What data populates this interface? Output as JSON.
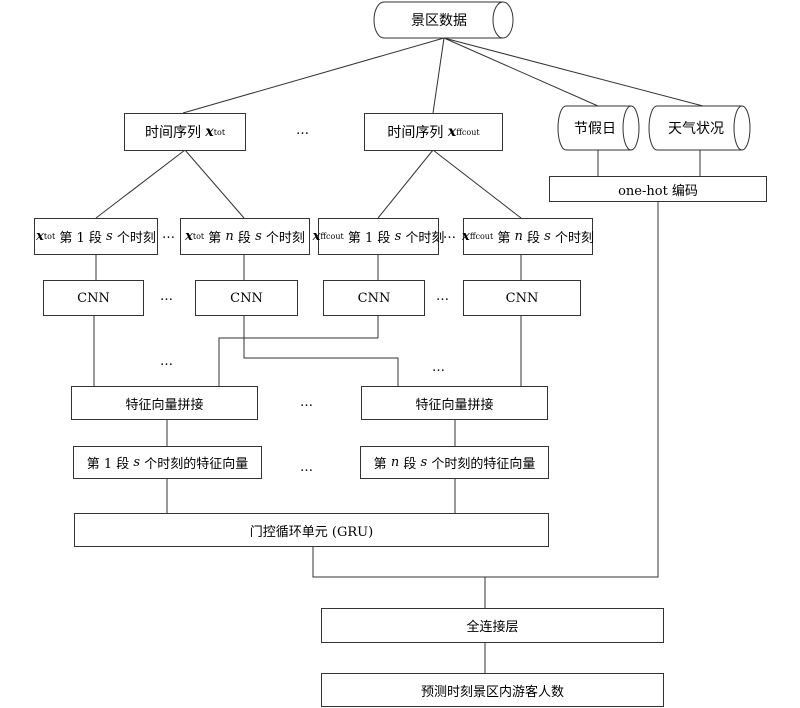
{
  "source": "景区数据",
  "series": {
    "tot": {
      "label": "时间序列",
      "var": "x",
      "sub": "tot"
    },
    "ffcout": {
      "label": "时间序列",
      "var": "x",
      "sub": "ffcout"
    }
  },
  "holiday": "节假日",
  "weather": "天气状况",
  "onehot": "one-hot 编码",
  "segments": [
    {
      "var": "x",
      "sub": "tot",
      "pre": "第 1 段",
      "s": "s",
      "post": "个时刻"
    },
    {
      "var": "x",
      "sub": "tot",
      "pre": "第",
      "n": "n",
      "mid": "段",
      "s": "s",
      "post": "个时刻"
    },
    {
      "var": "x",
      "sub": "ffcout",
      "pre": "第 1 段",
      "s": "s",
      "post": "个时刻"
    },
    {
      "var": "x",
      "sub": "ffcout",
      "pre": "第",
      "n": "n",
      "mid": "段",
      "s": "s",
      "post": "个时刻"
    }
  ],
  "cnn": "CNN",
  "concat": "特征向量拼接",
  "feat1": {
    "pre": "第 1 段",
    "s": "s",
    "post": "个时刻的特征向量"
  },
  "featn": {
    "pre": "第",
    "n": "n",
    "mid": "段",
    "s": "s",
    "post": "个时刻的特征向量"
  },
  "gru": "门控循环单元 (GRU)",
  "fc": "全连接层",
  "output": "预测时刻景区内游客人数",
  "ellipsis": "…"
}
